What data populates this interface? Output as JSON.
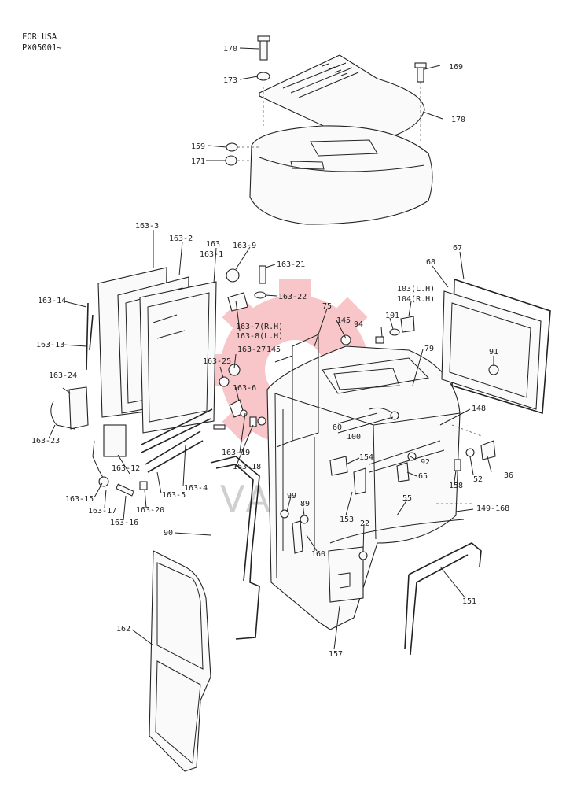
{
  "header": {
    "line1": "FOR USA",
    "line2": "PX05001~"
  },
  "watermark": {
    "text": "VATEX",
    "color": "#e8323c"
  },
  "callouts": {
    "c170a": "170",
    "c173": "173",
    "c169": "169",
    "c170b": "170",
    "c159": "159",
    "c171": "171",
    "c163_3": "163-3",
    "c163_2": "163-2",
    "c163": "163",
    "c163_1": "163-1",
    "c163_9": "163-9",
    "c163_21": "163-21",
    "c163_22": "163-22",
    "c163_14": "163-14",
    "c163_13": "163-13",
    "c163_7": "163-7(R.H)",
    "c163_8": "163-8(L.H)",
    "c163_25": "163-25",
    "c163_27": "163-27",
    "c163_6": "163-6",
    "c163_24": "163-24",
    "c163_23": "163-23",
    "c163_12": "163-12",
    "c163_19": "163-19",
    "c163_18": "163-18",
    "c163_4": "163-4",
    "c163_5": "163-5",
    "c163_15": "163-15",
    "c163_17": "163-17",
    "c163_16": "163-16",
    "c163_20": "163-20",
    "c75": "75",
    "c145a": "145",
    "c145b": "145",
    "c94": "94",
    "c101": "101",
    "c103": "103(L.H)",
    "c104": "104(R.H)",
    "c68": "68",
    "c67": "67",
    "c79": "79",
    "c91": "91",
    "c60": "60",
    "c100": "100",
    "c148": "148",
    "c154": "154",
    "c92": "92",
    "c65": "65",
    "c36": "36",
    "c52": "52",
    "c158": "158",
    "c55": "55",
    "c149": "149-168",
    "c99": "99",
    "c89": "89",
    "c153": "153",
    "c22": "22",
    "c90": "90",
    "c160": "160",
    "c151": "151",
    "c162": "162",
    "c157": "157"
  }
}
